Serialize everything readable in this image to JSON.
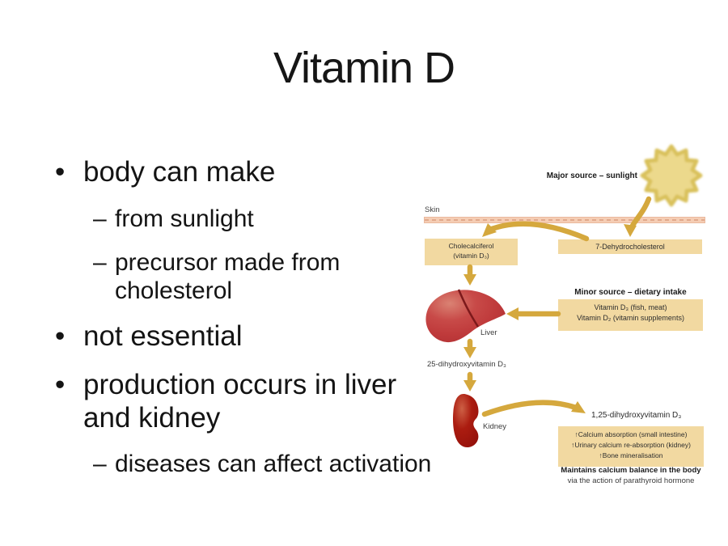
{
  "slide": {
    "title": "Vitamin D",
    "markers": {
      "l1": "•",
      "l2": "–"
    },
    "bullets": [
      {
        "level": 1,
        "text": "body can make"
      },
      {
        "level": 2,
        "text": "from sunlight"
      },
      {
        "level": 2,
        "text": "precursor made from cholesterol"
      },
      {
        "level": 1,
        "text": "not essential"
      },
      {
        "level": 1,
        "text": "production occurs in liver and kidney"
      },
      {
        "level": 2,
        "text": "diseases can affect activation"
      }
    ]
  },
  "diagram": {
    "major_source": "Major source – sunlight",
    "skin": "Skin",
    "chole_line1": "Cholecalciferol",
    "chole_line2": "(vitamin D₃)",
    "dehydro": "7-Dehydrocholesterol",
    "minor_source": "Minor source – dietary intake",
    "dietary_line1": "Vitamin D₃ (fish, meat)",
    "dietary_line2": "Vitamin D₂ (vitamin supplements)",
    "liver_label": "Liver",
    "kidney_label": "Kidney",
    "vd25": "25-dihydroxyvitamin D₃",
    "vd125": "1,25-dihydroxyvitamin D₃",
    "effect1": "↑Calcium absorption (small intestine)",
    "effect2": "↑Urinary calcium re-absorption (kidney)",
    "effect3": "↑Bone mineralisation",
    "footer_bold": "Maintains calcium balance in the body",
    "footer_normal": "via the action of parathyroid hormone",
    "colors": {
      "box_fill": "#f2d9a1",
      "arrow_gold": "#d5a83d",
      "skin_bar": "#f5cdb4",
      "sun_fill": "#ecd98c",
      "liver_red": "#c23b3c",
      "kidney_red": "#9e1410"
    }
  }
}
